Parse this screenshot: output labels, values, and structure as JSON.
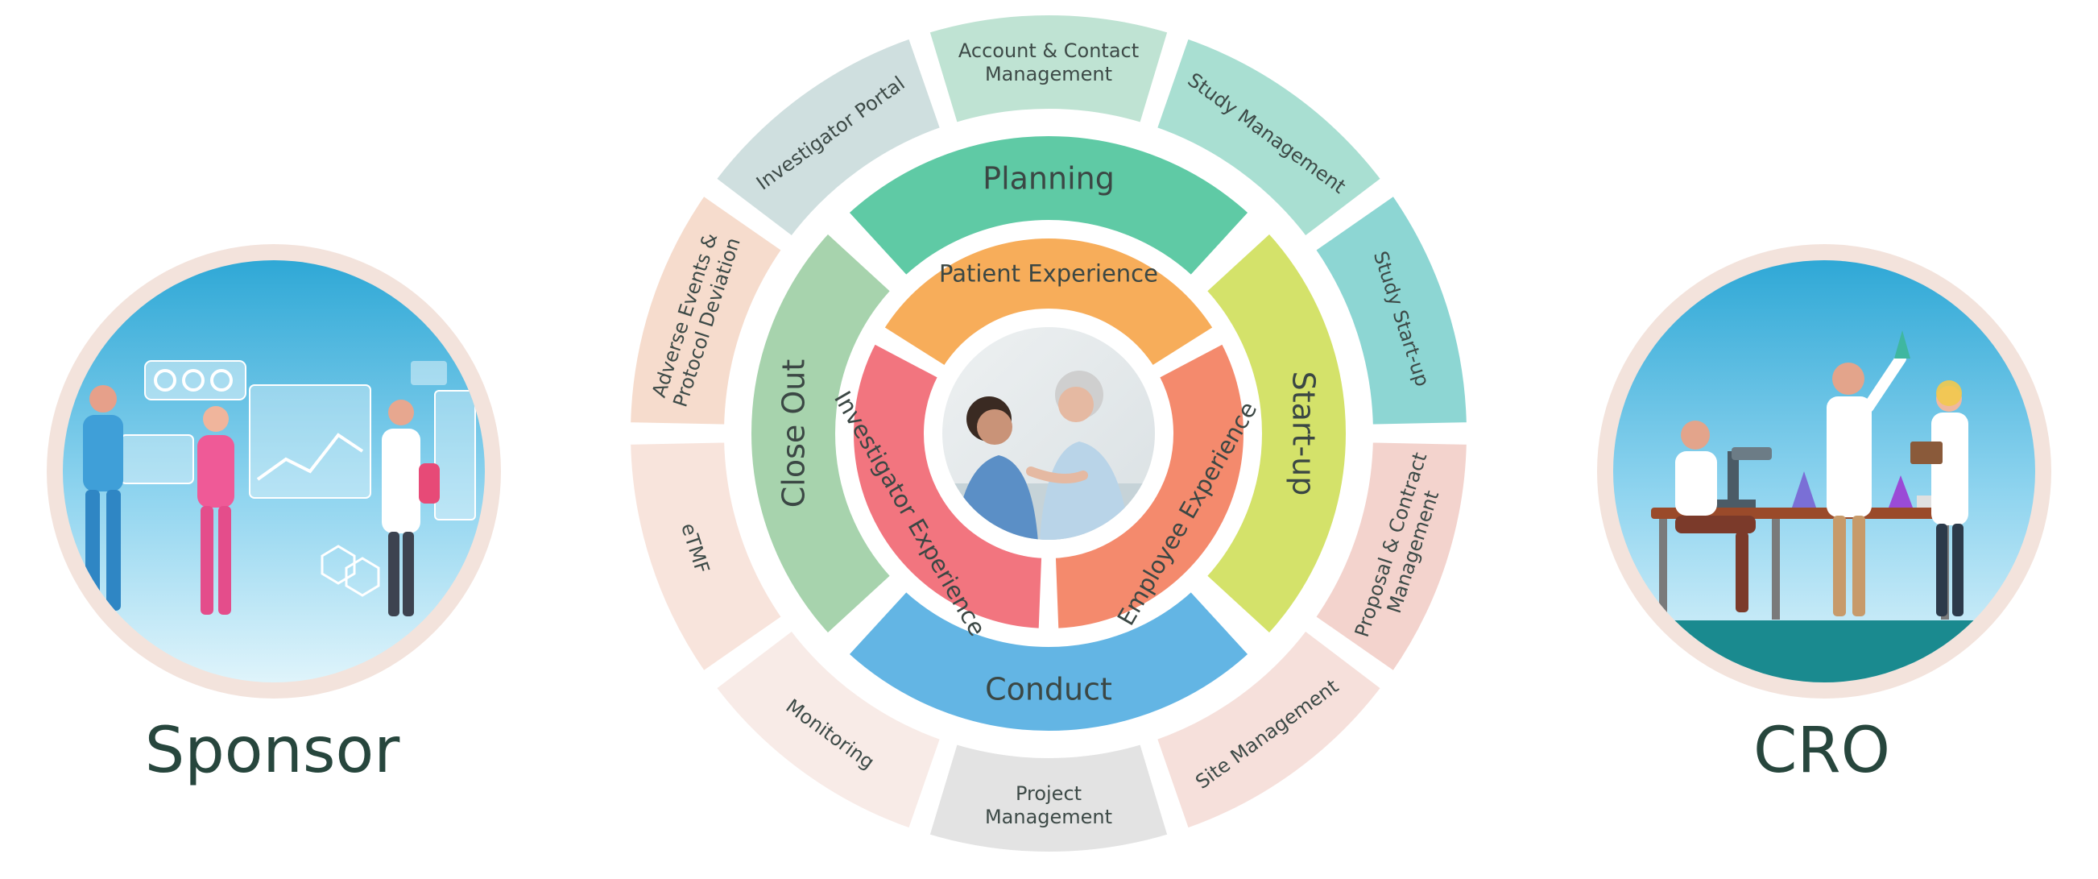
{
  "personas": {
    "left": {
      "label": "Sponsor",
      "icon": "team-with-dashboard-icon"
    },
    "right": {
      "label": "CRO",
      "icon": "lab-scientists-icon"
    }
  },
  "center": {
    "image": "nurse-with-patient-photo"
  },
  "outer_ring": [
    {
      "label": "Account & Contact Management",
      "lines": [
        "Account & Contact",
        "Management"
      ],
      "color": "#bfe3d3"
    },
    {
      "label": "Study Management",
      "lines": [
        "Study Management"
      ],
      "color": "#a9dfd2"
    },
    {
      "label": "Study Start-up",
      "lines": [
        "Study Start-up"
      ],
      "color": "#8dd6d3"
    },
    {
      "label": "Proposal & Contract Management",
      "lines": [
        "Proposal & Contract",
        "Management"
      ],
      "color": "#f3d3cd"
    },
    {
      "label": "Site Management",
      "lines": [
        "Site Management"
      ],
      "color": "#f6e0db"
    },
    {
      "label": "Project Management",
      "lines": [
        "Project",
        "Management"
      ],
      "color": "#e3e3e3"
    },
    {
      "label": "Monitoring",
      "lines": [
        "Monitoring"
      ],
      "color": "#f8ebe7"
    },
    {
      "label": "eTMF",
      "lines": [
        "eTMF"
      ],
      "color": "#f8e4dc"
    },
    {
      "label": "Adverse Events & Protocol Deviation",
      "lines": [
        "Adverse Events &",
        "Protocol Deviation"
      ],
      "color": "#f6dccd"
    },
    {
      "label": "Investigator Portal",
      "lines": [
        "Investigator Portal"
      ],
      "color": "#cfdfdf"
    }
  ],
  "phases": [
    {
      "label": "Planning",
      "color": "#5fcaa5"
    },
    {
      "label": "Start-up",
      "color": "#d4e26a"
    },
    {
      "label": "Conduct",
      "color": "#63b5e4"
    },
    {
      "label": "Close Out",
      "color": "#a7d3ad"
    }
  ],
  "experiences": [
    {
      "label": "Patient Experience",
      "color": "#f7ad5a"
    },
    {
      "label": "Employee Experience",
      "color": "#f48a6d"
    },
    {
      "label": "Investigator Experience",
      "color": "#f2757f"
    }
  ]
}
